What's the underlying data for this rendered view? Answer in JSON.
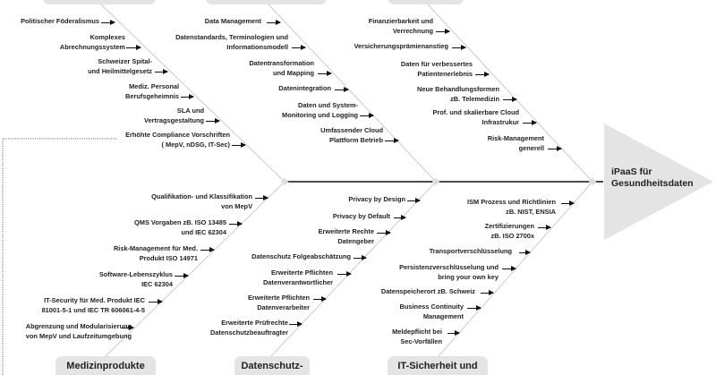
{
  "effect": {
    "line1": "iPaaS für",
    "line2": "Gesundheitsdaten"
  },
  "colors": {
    "bone": "#cccccc",
    "spine": "#333333",
    "box": "#e4e4e4",
    "head": "#e4e4e4"
  },
  "categories": {
    "top": [
      {
        "label": ""
      },
      {
        "label": ""
      },
      {
        "label": ""
      }
    ],
    "bottom": [
      {
        "label": "Medizinprodukte"
      },
      {
        "label": "Datenschutz-"
      },
      {
        "label": "IT-Sicherheit und"
      }
    ]
  },
  "causes": {
    "top1": [
      [
        "Politischer Föderalismus"
      ],
      [
        "Komplexes",
        "Abrechnungssystem"
      ],
      [
        "Schweizer Spital-",
        "und Heilmittelgesetz"
      ],
      [
        "Mediz. Personal",
        "Berufsgeheimnis"
      ],
      [
        "SLA und",
        "Vertragsgestaltung"
      ],
      [
        "Erhöhte Compliance Vorschriften",
        "( MepV, nDSG, IT-Sec)"
      ]
    ],
    "top2": [
      [
        "Data Management"
      ],
      [
        "Datenstandards, Terminologien und",
        "Informationsmodell"
      ],
      [
        "Datentransformation",
        "und Mapping"
      ],
      [
        "Datenintegration"
      ],
      [
        "Daten und System-",
        "Monitoring und Logging"
      ],
      [
        "Umfassender Cloud",
        "Plattform Betrieb"
      ]
    ],
    "top3": [
      [
        "Finanzierbarkeit und",
        "Verrechnung"
      ],
      [
        "Versicherungsprämienanstieg"
      ],
      [
        "Daten für verbessertes",
        "Patientenerlebnis"
      ],
      [
        "Neue Behandlungsformen",
        "zB. Telemedizin"
      ],
      [
        "Prof. und skalierbare Cloud",
        "Infrastrukur"
      ],
      [
        "Risk-Management",
        "generell"
      ]
    ],
    "bottom1": [
      [
        "Qualifikation- und Klassifikation",
        "von MepV"
      ],
      [
        "QMS Vorgaben zB. ISO 13485",
        "und IEC 62304"
      ],
      [
        "Risk-Management für Med.",
        "Produkt ISO 14971"
      ],
      [
        "Software-Lebenszyklus",
        "IEC 62304"
      ],
      [
        "IT-Security für Med. Produkt IEC",
        "81001-5-1 und IEC TR 606061-4-5"
      ],
      [
        "Abgrenzung und Modularisierung",
        "von MepV und Laufzeitumgebung"
      ]
    ],
    "bottom2": [
      [
        "Privacy by Design"
      ],
      [
        "Privacy by Default"
      ],
      [
        "Erweiterte Rechte",
        "Datengeber"
      ],
      [
        "Datenschutz Folgeabschätzung"
      ],
      [
        "Erweiterte Pflichten",
        "Datenverantwortlicher"
      ],
      [
        "Erweiterte Pflichten",
        "Datenverarbeiter"
      ],
      [
        "Erweiterte Prüfrechte",
        "Datenschutzbeauftragter"
      ]
    ],
    "bottom3": [
      [
        "ISM Prozess und Richtlinien",
        "zB. NIST, ENSIA"
      ],
      [
        "Zertifizierungen",
        "zB. ISO 2700x"
      ],
      [
        "Transportverschlüsselung"
      ],
      [
        "Persistenzverschlüsselung und",
        "bring your own key"
      ],
      [
        "Datenspeicherort zB. Schweiz"
      ],
      [
        "Business Continuity",
        "Management"
      ],
      [
        "Meldepflicht bei",
        "Sec-Vorfällen"
      ]
    ]
  }
}
